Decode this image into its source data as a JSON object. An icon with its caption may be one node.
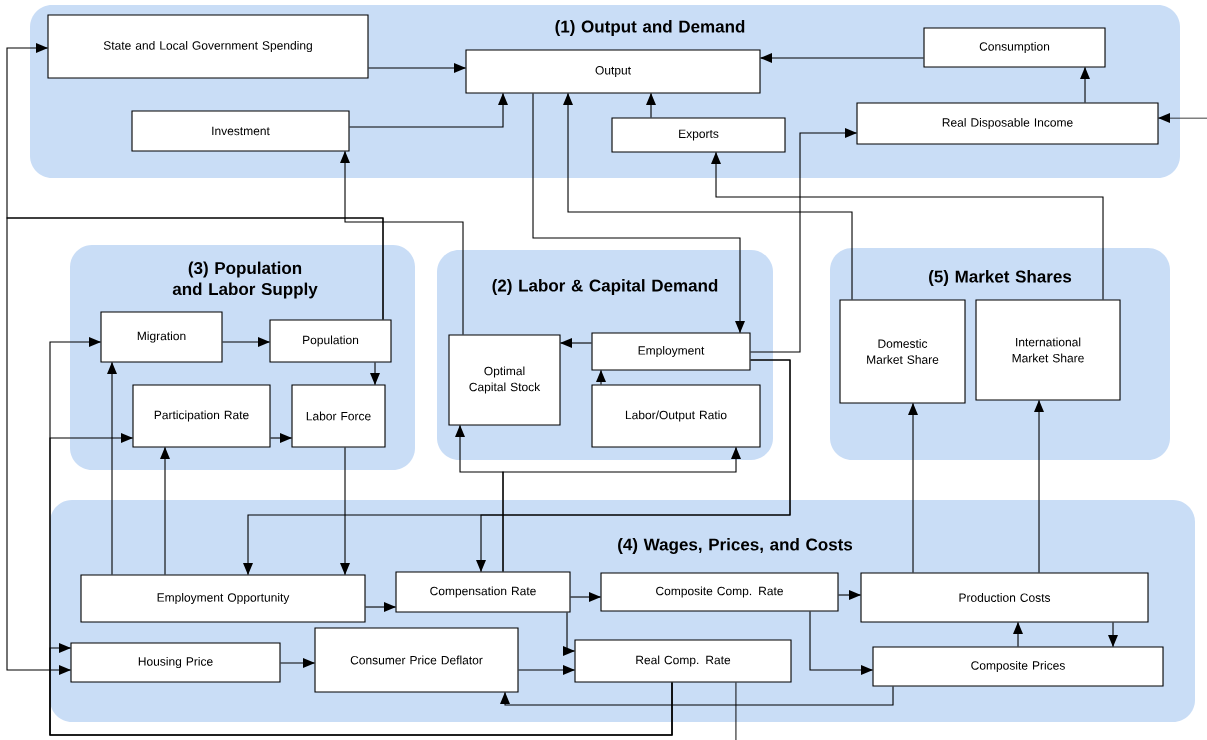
{
  "diagram": {
    "nodes": [
      {
        "text": [
          "(1) Output and Demand"
        ]
      },
      {
        "text": [
          "State and Local Government Spending"
        ],
        "in": 0
      },
      {
        "text": [
          "Output"
        ],
        "in": 0
      },
      {
        "text": [
          "Consumption"
        ],
        "in": 0
      },
      {
        "text": [
          "Investment"
        ],
        "in": 0
      },
      {
        "text": [
          "Exports"
        ],
        "in": 0
      },
      {
        "text": [
          "Real Disposable Income"
        ],
        "in": 0
      },
      {
        "text": [
          "(3) Population and Labor Supply"
        ]
      },
      {
        "text": [
          "Migration"
        ],
        "in": 7
      },
      {
        "text": [
          "Population"
        ],
        "in": 7
      },
      {
        "text": [
          "Participation Rate"
        ],
        "in": 7
      },
      {
        "text": [
          "Labor Force"
        ],
        "in": 7
      },
      {
        "text": [
          "(2) Labor & Capital Demand"
        ]
      },
      {
        "text": [
          "Optimal Capital Stock"
        ],
        "in": 12
      },
      {
        "text": [
          "Employment"
        ],
        "in": 12
      },
      {
        "text": [
          "Labor/Output Ratio"
        ],
        "in": 12
      },
      {
        "text": [
          "(5) Market Shares"
        ]
      },
      {
        "text": [
          "Domestic Market Share"
        ],
        "in": 16
      },
      {
        "text": [
          "International Market Share"
        ],
        "in": 16
      },
      {
        "text": [
          "(4) Wages, Prices, and Costs"
        ]
      },
      {
        "text": [
          "Employment Opportunity"
        ],
        "in": 19
      },
      {
        "text": [
          "Compensation Rate"
        ],
        "in": 19
      },
      {
        "text": [
          "Composite Comp. Rate"
        ],
        "in": 19
      },
      {
        "text": [
          "Production Costs"
        ],
        "in": 19
      },
      {
        "text": [
          "Housing Price"
        ],
        "in": 19
      },
      {
        "text": [
          "Consumer Price Deflator"
        ],
        "in": 19
      },
      {
        "text": [
          "Real Comp. Rate"
        ],
        "in": 19
      },
      {
        "text": [
          "Composite Prices"
        ],
        "in": 19
      }
    ],
    "edges": [
      {
        "from": 1,
        "to": 2,
        "arrow": "to"
      },
      {
        "from": 3,
        "to": 2,
        "arrow": "to"
      },
      {
        "from": 4,
        "to": 2,
        "arrow": "to"
      },
      {
        "from": 5,
        "to": 2,
        "arrow": "to"
      },
      {
        "from": 6,
        "to": 3,
        "arrow": "to"
      },
      {
        "from": null,
        "to": 6,
        "arrow": "to"
      },
      {
        "from": 2,
        "to": 14,
        "arrow": "to"
      },
      {
        "from": 17,
        "to": 2,
        "arrow": "to"
      },
      {
        "from": 18,
        "to": 5,
        "arrow": "to"
      },
      {
        "from": 14,
        "to": 6,
        "arrow": "to"
      },
      {
        "from": 13,
        "to": 4,
        "arrow": "to"
      },
      {
        "from": 9,
        "to": 1,
        "arrow": "to"
      },
      {
        "from": 9,
        "to": 24,
        "arrow": "to"
      },
      {
        "from": 8,
        "to": 9,
        "arrow": "to"
      },
      {
        "from": 9,
        "to": 11,
        "arrow": "to"
      },
      {
        "from": 10,
        "to": 11,
        "arrow": "to"
      },
      {
        "from": 14,
        "to": 13,
        "arrow": "to"
      },
      {
        "from": 15,
        "to": 14,
        "arrow": "to"
      },
      {
        "from": 14,
        "to": 20,
        "arrow": "to"
      },
      {
        "from": 14,
        "to": 21,
        "arrow": "to"
      },
      {
        "from": 11,
        "to": 20,
        "arrow": "to"
      },
      {
        "from": 20,
        "to": 8,
        "arrow": "to"
      },
      {
        "from": 20,
        "to": 10,
        "arrow": "to"
      },
      {
        "from": 20,
        "to": 21,
        "arrow": "to"
      },
      {
        "from": 21,
        "to": 13,
        "arrow": "to"
      },
      {
        "from": 21,
        "to": 15,
        "arrow": "to"
      },
      {
        "from": 21,
        "to": 22,
        "arrow": "to"
      },
      {
        "from": 21,
        "to": 26,
        "arrow": "to"
      },
      {
        "from": 25,
        "to": 26,
        "arrow": "to"
      },
      {
        "from": 24,
        "to": 25,
        "arrow": "to"
      },
      {
        "from": 22,
        "to": 23,
        "arrow": "to"
      },
      {
        "from": 22,
        "to": 27,
        "arrow": "to"
      },
      {
        "from": 27,
        "to": 23,
        "arrow": "to"
      },
      {
        "from": 23,
        "to": 27,
        "arrow": "to"
      },
      {
        "from": 23,
        "to": 17,
        "arrow": "to"
      },
      {
        "from": 23,
        "to": 18,
        "arrow": "to"
      },
      {
        "from": 27,
        "to": 25,
        "arrow": "to"
      },
      {
        "from": 26,
        "to": 8,
        "arrow": "to"
      },
      {
        "from": 26,
        "to": 10,
        "arrow": "to"
      },
      {
        "from": 26,
        "to": 24,
        "arrow": "to"
      },
      {
        "from": 26,
        "to": null,
        "arrow": "none"
      }
    ]
  }
}
